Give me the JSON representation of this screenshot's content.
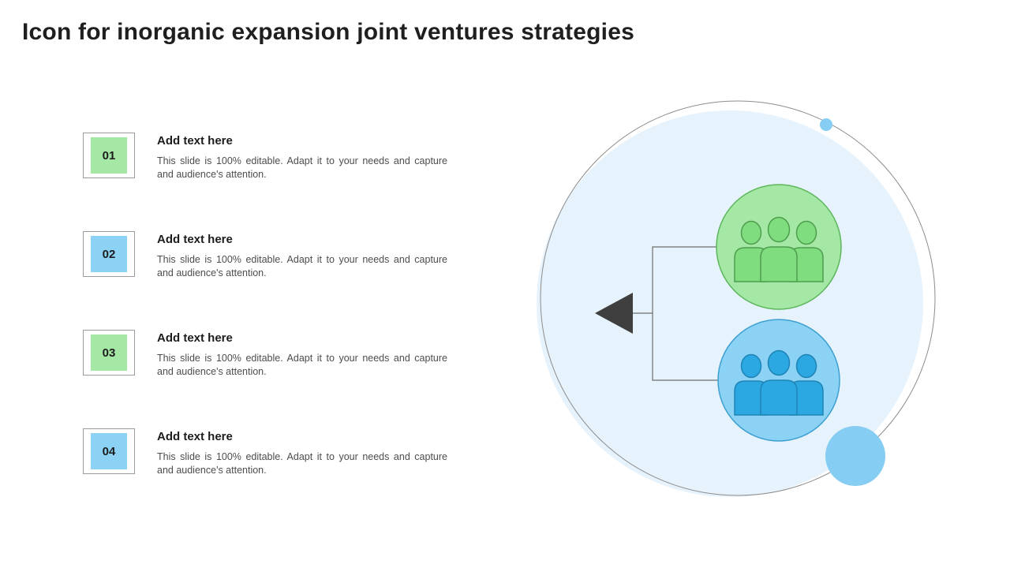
{
  "title": "Icon for inorganic expansion joint ventures strategies",
  "list": {
    "items": [
      {
        "number": "01",
        "color": "green",
        "heading": "Add text here",
        "body": "This slide is 100% editable. Adapt it to your needs and capture and audience's attention."
      },
      {
        "number": "02",
        "color": "blue",
        "heading": "Add text here",
        "body": "This slide is 100% editable. Adapt it to your needs and capture and audience's attention."
      },
      {
        "number": "03",
        "color": "green",
        "heading": "Add text here",
        "body": "This slide is 100% editable. Adapt it to your needs and capture and audience's attention."
      },
      {
        "number": "04",
        "color": "blue",
        "heading": "Add text here",
        "body": "This slide is 100% editable. Adapt it to your needs and capture and audience's attention."
      }
    ]
  },
  "diagram": {
    "green_group_icon": "team-icon-green",
    "blue_group_icon": "team-icon-blue",
    "arrow_icon": "left-arrow-icon"
  },
  "colors": {
    "green": "#A5E8A5",
    "blue": "#8BD2F4",
    "light_circle": "#E7F3FC",
    "accent_dot": "#85CDF2",
    "arrow": "#3F3F3F",
    "green_people": "#7FDD7F",
    "blue_people": "#2BA8E1"
  }
}
